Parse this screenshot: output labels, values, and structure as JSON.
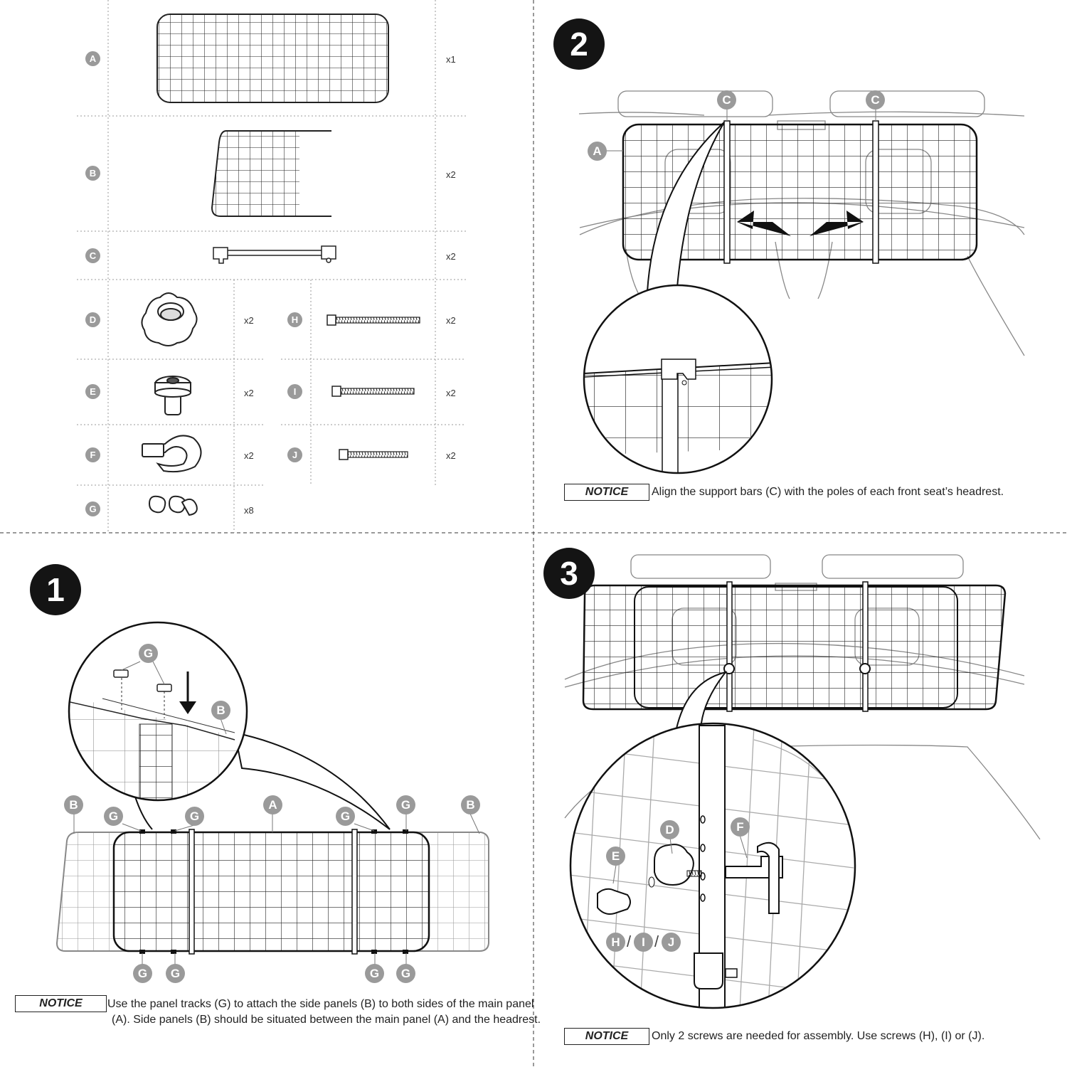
{
  "parts": [
    {
      "letter": "A",
      "qty": "x1"
    },
    {
      "letter": "B",
      "qty": "x2"
    },
    {
      "letter": "C",
      "qty": "x2"
    },
    {
      "letter": "D",
      "qty": "x2"
    },
    {
      "letter": "H",
      "qty": "x2"
    },
    {
      "letter": "E",
      "qty": "x2"
    },
    {
      "letter": "I",
      "qty": "x2"
    },
    {
      "letter": "F",
      "qty": "x2"
    },
    {
      "letter": "J",
      "qty": "x2"
    },
    {
      "letter": "G",
      "qty": "x8"
    }
  ],
  "steps": [
    {
      "number": "1",
      "notice_label": "NOTICE",
      "notice_line1": "Use the panel tracks (G) to attach the side panels (B) to both sides of the main panel",
      "notice_line2": "(A). Side panels (B) should be situated between the main panel (A) and the headrest."
    },
    {
      "number": "2",
      "notice_label": "NOTICE",
      "notice_text": "Align the support bars (C) with the poles of each front seat’s headrest."
    },
    {
      "number": "3",
      "notice_label": "NOTICE",
      "notice_text": "Only 2 screws are needed for assembly. Use screws (H), (I) or (J)."
    }
  ],
  "callouts": {
    "step1": [
      "G",
      "B",
      "B",
      "G",
      "G",
      "A",
      "G",
      "G",
      "B",
      "G",
      "G",
      "G",
      "G"
    ],
    "step2": [
      "C",
      "C",
      "A"
    ],
    "step3": [
      "D",
      "F",
      "E",
      "H",
      "I",
      "J"
    ],
    "slash": "/"
  }
}
